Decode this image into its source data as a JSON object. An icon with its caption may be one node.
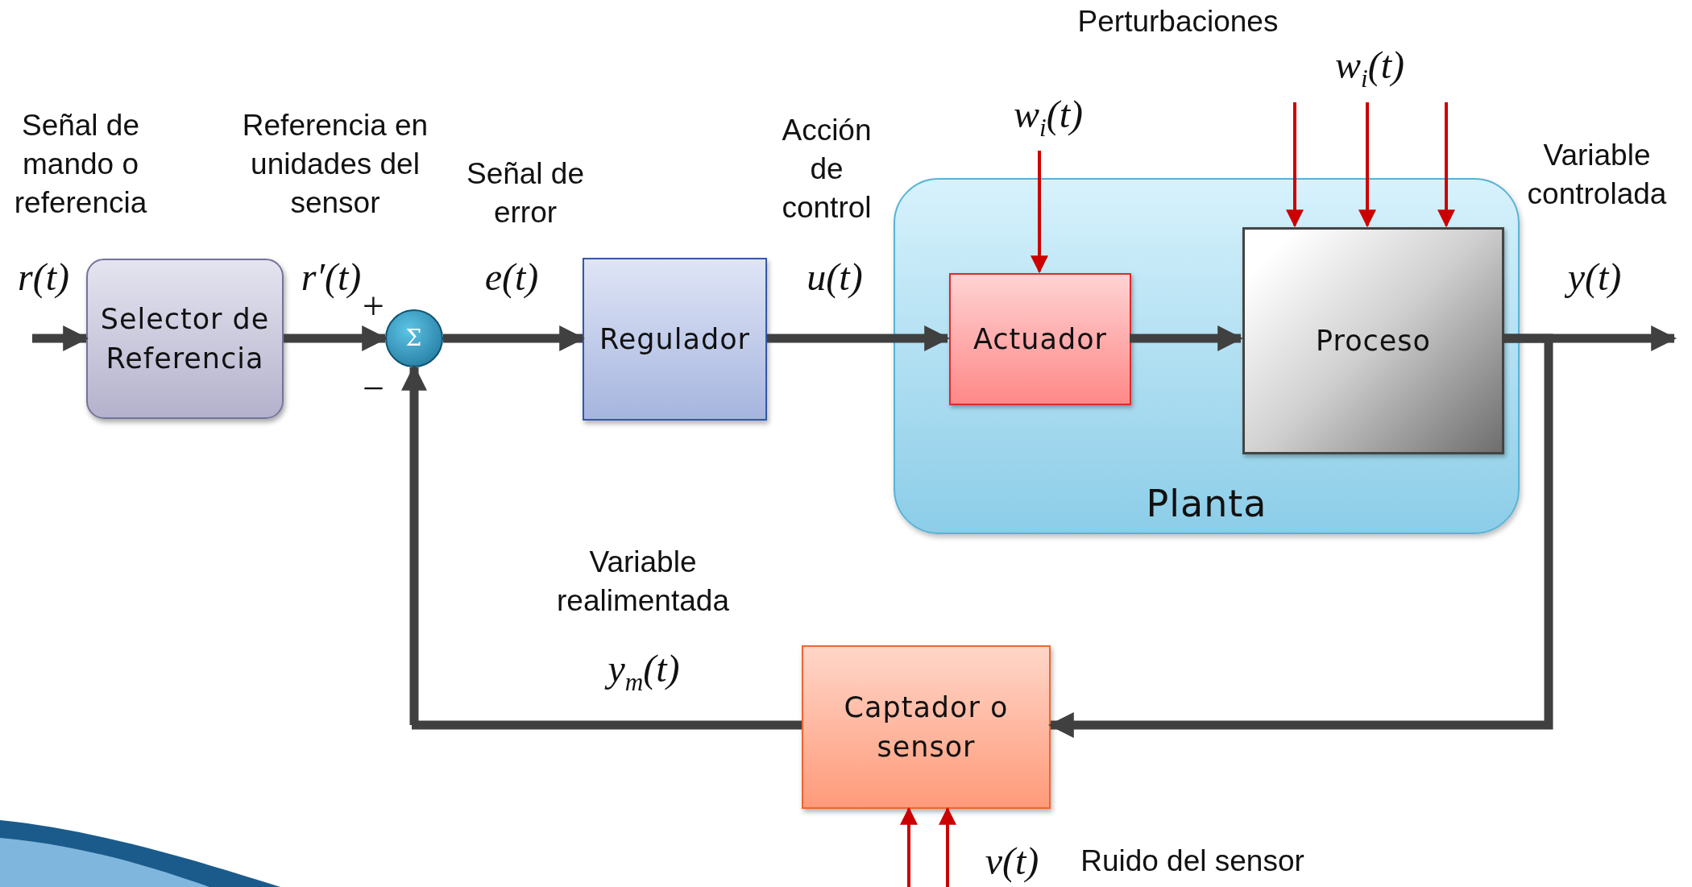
{
  "diagram": {
    "nodes": [
      {
        "text": [
          "Selector de Referencia"
        ]
      },
      {
        "text": [
          "Σ"
        ]
      },
      {
        "text": [
          "Regulador"
        ]
      },
      {
        "text": [
          "Planta"
        ]
      },
      {
        "text": [
          "Actuador"
        ],
        "in": 3
      },
      {
        "text": [
          "Proceso"
        ],
        "in": 3
      },
      {
        "text": [
          "Captador o sensor"
        ]
      }
    ],
    "edges": [
      {
        "from": null,
        "to": 0,
        "arrow": "to"
      },
      {
        "from": 0,
        "to": 1,
        "arrow": "to"
      },
      {
        "from": 1,
        "to": 2,
        "arrow": "to"
      },
      {
        "from": 2,
        "to": 4,
        "arrow": "to"
      },
      {
        "from": 4,
        "to": 5,
        "arrow": "to"
      },
      {
        "from": 5,
        "to": null,
        "arrow": "to"
      },
      {
        "from": 5,
        "to": 6,
        "arrow": "to"
      },
      {
        "from": 6,
        "to": 1,
        "arrow": "to"
      },
      {
        "from": null,
        "to": 4,
        "arrow": "to",
        "color": "#cc0000"
      },
      {
        "from": null,
        "to": 5,
        "arrow": "to",
        "color": "#cc0000"
      },
      {
        "from": null,
        "to": 5,
        "arrow": "to",
        "color": "#cc0000"
      },
      {
        "from": null,
        "to": 5,
        "arrow": "to",
        "color": "#cc0000"
      },
      {
        "from": null,
        "to": 6,
        "arrow": "to",
        "color": "#cc0000"
      },
      {
        "from": null,
        "to": 6,
        "arrow": "to",
        "color": "#cc0000"
      }
    ],
    "labels": [
      "Perturbaciones",
      "w$_{i}$(t)",
      "Señal de mando o referencia",
      "Referencia en unidades del sensor",
      "Señal de error",
      "Acción de control",
      "w$_{i}$(t)",
      "Variable controlada",
      "r(t)",
      "r′(t)",
      "e(t)",
      "u(t)",
      "y(t)",
      "+",
      "−",
      "Variable realimentada",
      "y$_{m}$(t)",
      "v(t)",
      "Ruido del sensor"
    ]
  }
}
